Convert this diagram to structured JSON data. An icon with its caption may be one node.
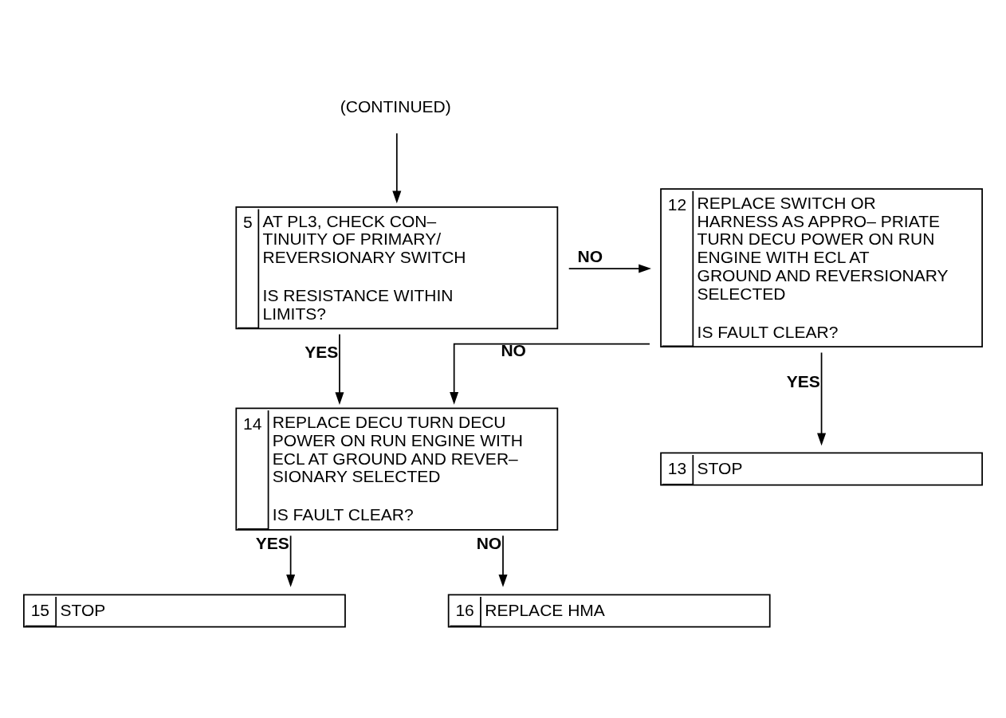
{
  "diagram": {
    "nodes": [
      {
        "text": [
          "(CONTINUED)"
        ]
      },
      {
        "text": [
          "5",
          "AT PL3, CHECK CON– TINUITY OF PRIMARY/ REVERSIONARY SWITCH",
          "IS RESISTANCE WITHIN LIMITS?"
        ]
      },
      {
        "text": [
          "12",
          "REPLACE SWITCH OR HARNESS AS APPRO– PRIATE TURN DECU POWER ON RUN ENGINE WITH ECL AT GROUND AND REVERSIONARY SELECTED",
          "IS FAULT CLEAR?"
        ]
      },
      {
        "text": [
          "13",
          "STOP"
        ]
      },
      {
        "text": [
          "14",
          "REPLACE DECU TURN DECU POWER ON RUN ENGINE WITH ECL AT GROUND AND REVER– SIONARY SELECTED",
          "IS FAULT CLEAR?"
        ]
      },
      {
        "text": [
          "15",
          "STOP"
        ]
      },
      {
        "text": [
          "16",
          "REPLACE HMA"
        ]
      }
    ],
    "edges": [
      {
        "from": 0,
        "to": 1,
        "arrow": "to"
      },
      {
        "from": 1,
        "to": 2,
        "arrow": "to",
        "label": "NO"
      },
      {
        "from": 1,
        "to": 4,
        "arrow": "to",
        "label": "YES"
      },
      {
        "from": 2,
        "to": 3,
        "arrow": "to",
        "label": "YES"
      },
      {
        "from": 2,
        "to": 4,
        "arrow": "to",
        "label": "NO"
      },
      {
        "from": 4,
        "to": 5,
        "arrow": "to",
        "label": "YES"
      },
      {
        "from": 4,
        "to": 6,
        "arrow": "to",
        "label": "NO"
      }
    ]
  }
}
